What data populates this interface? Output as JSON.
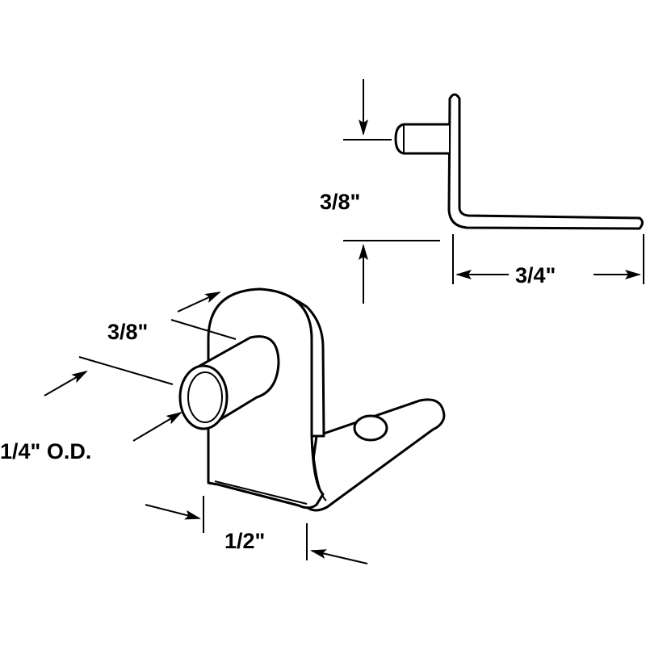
{
  "side_view": {
    "height_label": "3/8\"",
    "length_label": "3/4\""
  },
  "iso_view": {
    "pin_length_label": "3/8\"",
    "pin_diameter_label": "1/4\" O.D.",
    "width_label": "1/2\""
  },
  "colors": {
    "line": "#000000",
    "background": "#ffffff"
  }
}
